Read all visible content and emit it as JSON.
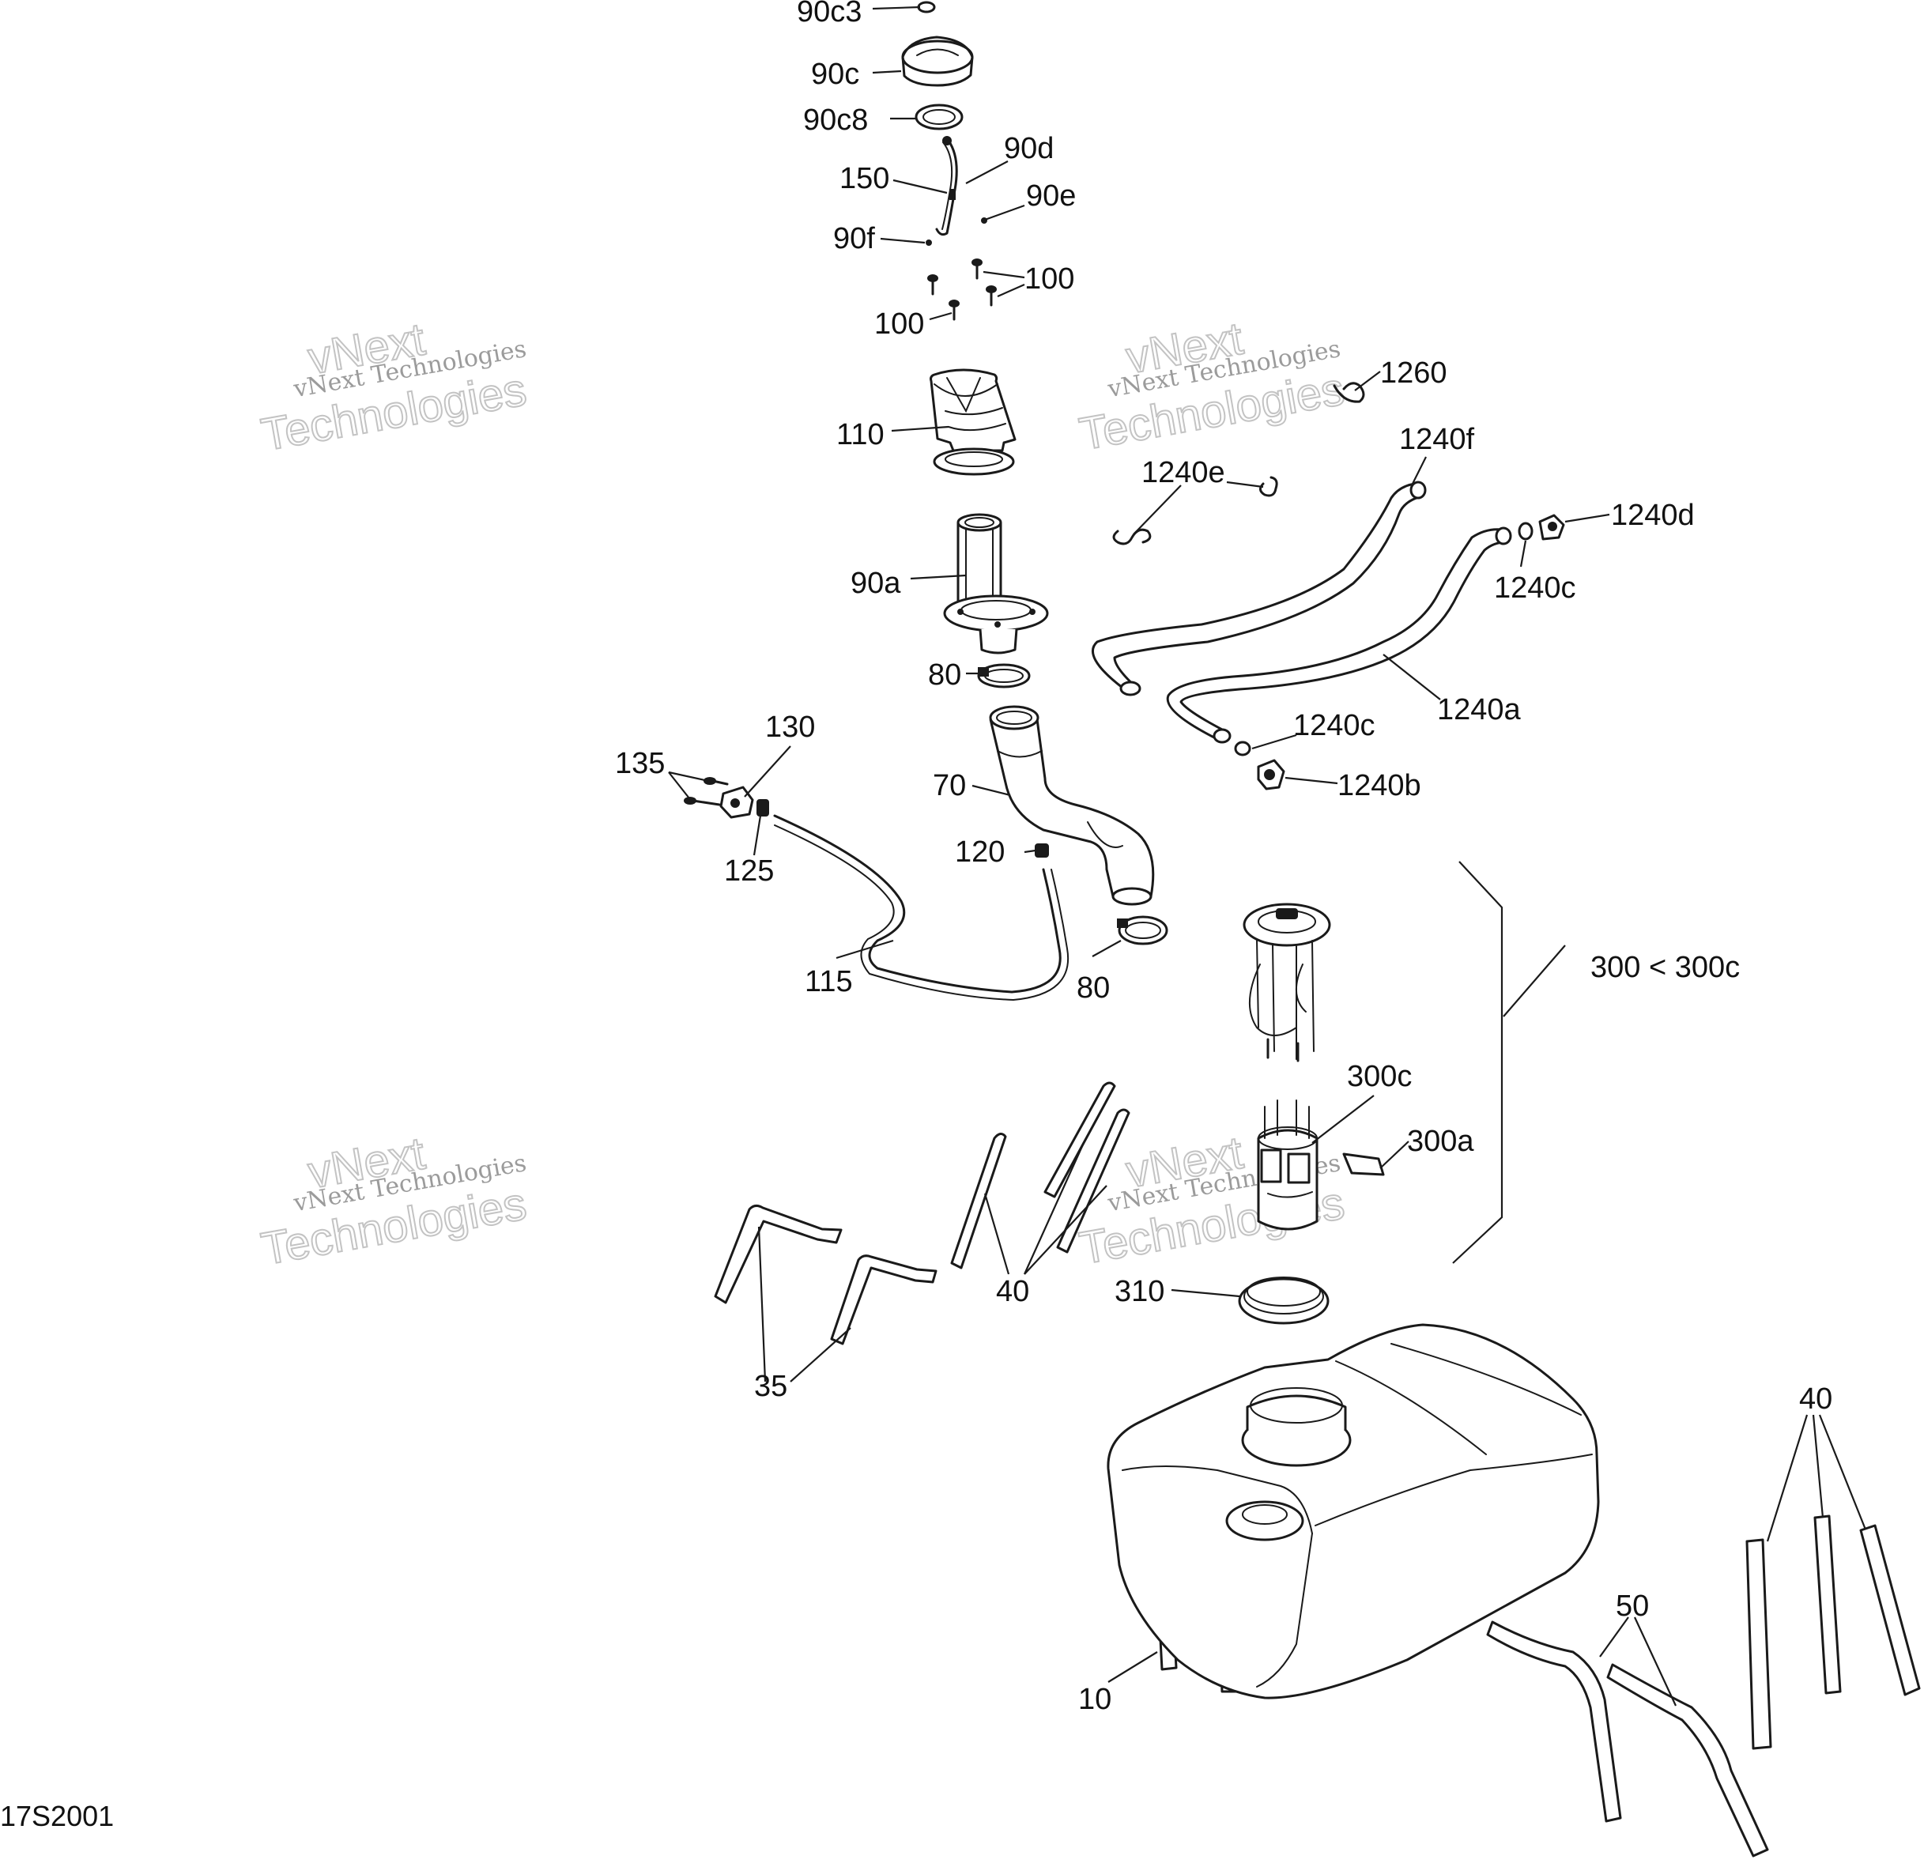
{
  "diagram": {
    "reference_code": "17S2001",
    "watermark": {
      "line1": "vNext Technologies",
      "line2": "vNext",
      "line3": "Technologies"
    },
    "callouts": {
      "c90c3": "90c3",
      "c90c": "90c",
      "c90c8": "90c8",
      "c90d": "90d",
      "c150": "150",
      "c90e": "90e",
      "c90f": "90f",
      "c100a": "100",
      "c100b": "100",
      "c1260": "1260",
      "c110": "110",
      "c1240f": "1240f",
      "c1240e": "1240e",
      "c1240d": "1240d",
      "c1240c_top": "1240c",
      "c90a": "90a",
      "c80a": "80",
      "c1240a": "1240a",
      "c1240c_mid": "1240c",
      "c130": "130",
      "c135": "135",
      "c70": "70",
      "c1240b": "1240b",
      "c125": "125",
      "c120": "120",
      "c115": "115",
      "c80b": "80",
      "c300": "300 < 300c",
      "c300c": "300c",
      "c300a": "300a",
      "c310": "310",
      "c40a": "40",
      "c35": "35",
      "c40b": "40",
      "c50": "50",
      "c10": "10"
    }
  }
}
